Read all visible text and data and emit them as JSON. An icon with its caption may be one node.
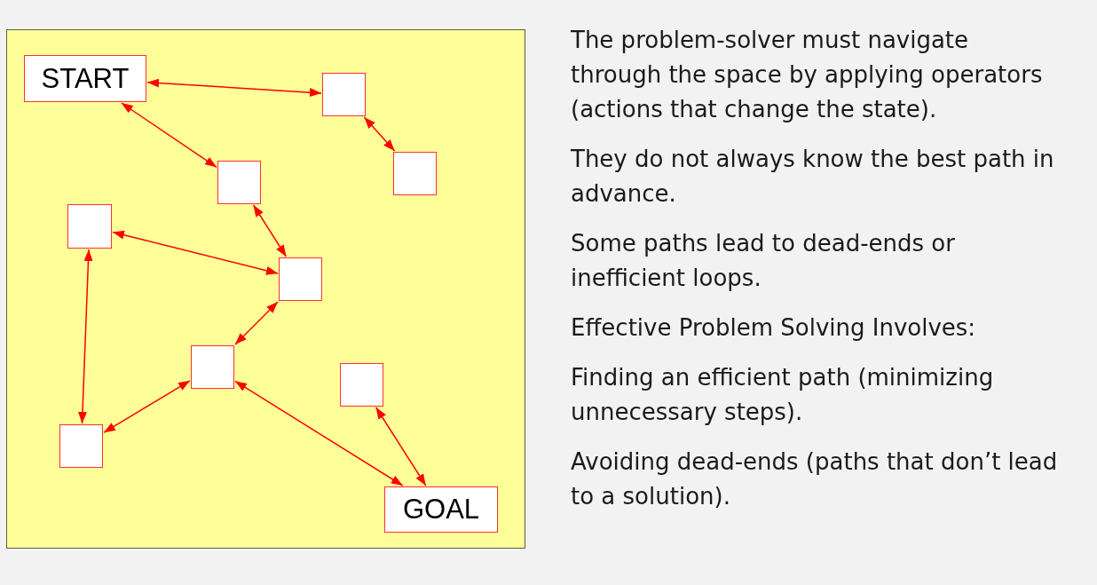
{
  "diagram": {
    "nodes": [
      {
        "text": [
          "START"
        ]
      },
      {
        "text": [],
        "shape": "box"
      },
      {
        "text": [],
        "shape": "box"
      },
      {
        "text": [],
        "shape": "box"
      },
      {
        "text": [],
        "shape": "box"
      },
      {
        "text": [],
        "shape": "box"
      },
      {
        "text": [],
        "shape": "box"
      },
      {
        "text": [],
        "shape": "box"
      },
      {
        "text": [],
        "shape": "box"
      },
      {
        "text": [
          "GOAL"
        ]
      }
    ],
    "edges": [
      {
        "from": 0,
        "to": 1,
        "arrow": "both"
      },
      {
        "from": 1,
        "to": 2,
        "arrow": "both"
      },
      {
        "from": 0,
        "to": 3,
        "arrow": "both"
      },
      {
        "from": 3,
        "to": 5,
        "arrow": "both"
      },
      {
        "from": 4,
        "to": 5,
        "arrow": "both"
      },
      {
        "from": 5,
        "to": 6,
        "arrow": "both"
      },
      {
        "from": 4,
        "to": 8,
        "arrow": "both"
      },
      {
        "from": 6,
        "to": 8,
        "arrow": "both"
      },
      {
        "from": 6,
        "to": 9,
        "arrow": "both"
      },
      {
        "from": 7,
        "to": 9,
        "arrow": "both"
      }
    ],
    "labels": [
      "The problem-solver must navigate through the space by applying operators (actions that change the state).",
      "They do not always know the best path in advance.",
      "Some paths lead to dead-ends or inefficient loops.",
      "Effective Problem Solving Involves:",
      "Finding an efficient path (minimizing unnecessary steps).",
      "Avoiding dead-ends (paths that don’t lead to a solution)."
    ]
  }
}
